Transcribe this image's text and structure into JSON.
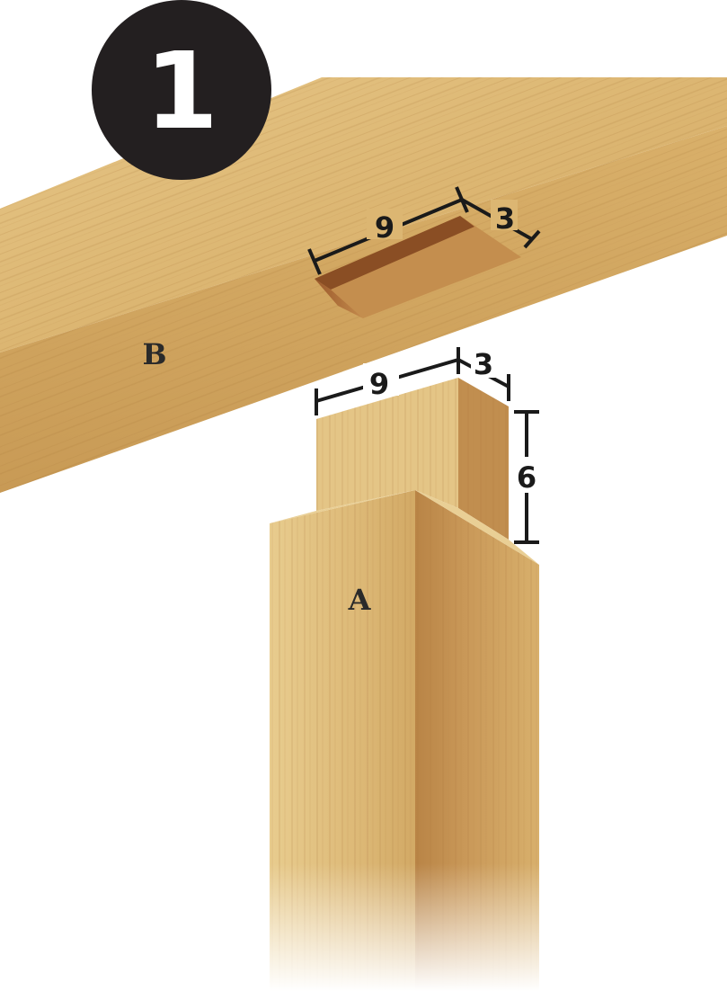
{
  "step": {
    "number": "1"
  },
  "parts": {
    "beam_label": "B",
    "post_label": "A"
  },
  "mortise": {
    "length": "9",
    "width": "3"
  },
  "tenon": {
    "length": "9",
    "width": "3",
    "height": "6"
  },
  "colors": {
    "step_badge": "#231f20",
    "wood_light": "#e8c98a",
    "wood_mid": "#d2a964",
    "wood_dark": "#a8733a",
    "dimension_line": "#1a1a1a"
  }
}
